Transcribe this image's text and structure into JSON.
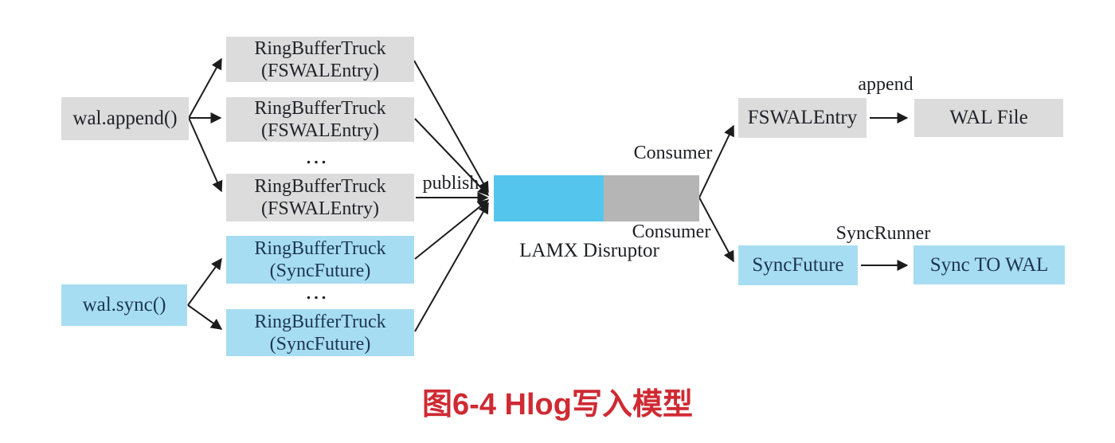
{
  "figure": {
    "caption": "图6-4 Hlog写入模型",
    "producers": {
      "wal_append": "wal.append()",
      "wal_sync": "wal.sync()"
    },
    "trucks": {
      "fswal_1": {
        "line1": "RingBufferTruck",
        "line2": "(FSWALEntry)"
      },
      "fswal_2": {
        "line1": "RingBufferTruck",
        "line2": "(FSWALEntry)"
      },
      "fswal_3": {
        "line1": "RingBufferTruck",
        "line2": "(FSWALEntry)"
      },
      "sync_1": {
        "line1": "RingBufferTruck",
        "line2": "(SyncFuture)"
      },
      "sync_2": {
        "line1": "RingBufferTruck",
        "line2": "(SyncFuture)"
      },
      "ellipsis_fswal": "...",
      "ellipsis_sync": "..."
    },
    "disruptor": {
      "label": "LAMX Disruptor"
    },
    "consumers": {
      "fswal_entry": "FSWALEntry",
      "wal_file": "WAL File",
      "sync_future": "SyncFuture",
      "sync_to_wal": "Sync TO WAL"
    },
    "edge_labels": {
      "publish": "publish",
      "consumer_top": "Consumer",
      "consumer_bottom": "Consumer",
      "append": "append",
      "sync_runner": "SyncRunner"
    },
    "colors": {
      "gray_box": "#dcdcdc",
      "blue_box": "#a7ddf2",
      "ring_blue": "#54c6ee",
      "ring_gray": "#b5b5b5",
      "caption_red": "#cf2a33",
      "arrow": "#1c1c1c",
      "text_dark": "#222329",
      "text_navy": "#1c3654"
    }
  }
}
